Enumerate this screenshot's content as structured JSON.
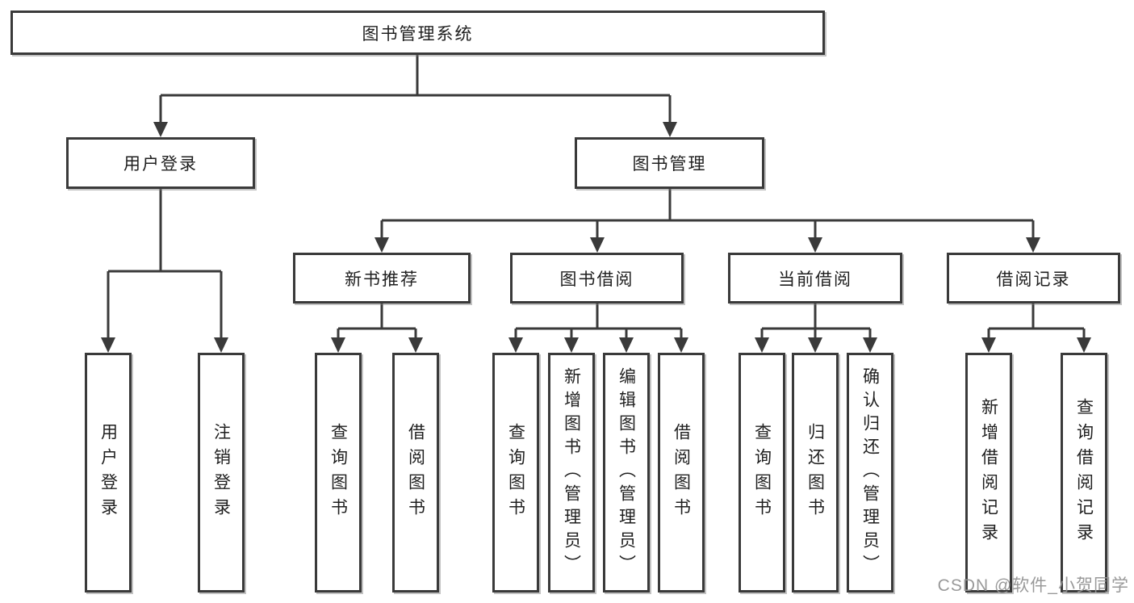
{
  "diagram_title": "图书管理系统",
  "nodes": {
    "root": "图书管理系统",
    "user_login": "用户登录",
    "book_management": "图书管理",
    "new_book_recommend": "新书推荐",
    "book_borrowing": "图书借阅",
    "current_borrowing": "当前借阅",
    "borrowing_records": "借阅记录",
    "leaf_user_login": "用户登录",
    "leaf_logout": "注销登录",
    "leaf_query_books_recommend": "查询图书",
    "leaf_borrow_books_recommend": "借阅图书",
    "leaf_query_books_borrowing": "查询图书",
    "leaf_add_book_admin": "新增图书（管理员）",
    "leaf_edit_book_admin": "编辑图书（管理员）",
    "leaf_borrow_books_borrowing": "借阅图书",
    "leaf_query_books_current": "查询图书",
    "leaf_return_books": "归还图书",
    "leaf_confirm_return_admin": "确认归还（管理员）",
    "leaf_add_borrow_record": "新增借阅记录",
    "leaf_query_borrow_record": "查询借阅记录"
  },
  "watermark": "CSDN @软件_小贺同学",
  "colors": {
    "line": "#3a3a3a",
    "box_border": "#3a3a3a",
    "text": "#1f1f1f",
    "watermark": "#949494",
    "background": "#ffffff"
  }
}
